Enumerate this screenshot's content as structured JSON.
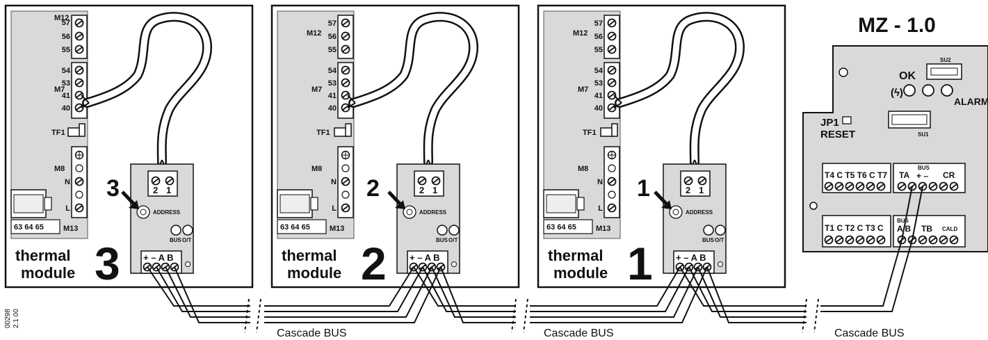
{
  "title": "MZ - 1.0",
  "doc_code": "00298",
  "doc_rev": "2.1 00",
  "bus_label": "Cascade BUS",
  "modules": [
    {
      "word1": "thermal",
      "word2": "module",
      "number": "3",
      "address": "3"
    },
    {
      "word1": "thermal",
      "word2": "module",
      "number": "2",
      "address": "2"
    },
    {
      "word1": "thermal",
      "word2": "module",
      "number": "1",
      "address": "1"
    }
  ],
  "board": {
    "groups": [
      "M12",
      "M7",
      "TF1",
      "M8",
      "M13"
    ],
    "m12_terms": [
      "57",
      "56",
      "55"
    ],
    "m7_terms": [
      "54",
      "53",
      "41",
      "40"
    ],
    "m8_terms": [
      "N",
      "L"
    ],
    "m13_terms": "63 64 65"
  },
  "interface": {
    "top_terms": [
      "2",
      "1"
    ],
    "address_label": "ADDRESS",
    "led_labels": [
      "BUS",
      "O/T"
    ],
    "bottom_terms": "+ – A B"
  },
  "mz": {
    "ok": "OK",
    "power": "(ϟ)",
    "alarm": "ALARM",
    "jp1": "JP1",
    "reset": "RESET",
    "su2": "SU2",
    "su1": "SU1",
    "top_left_terms": "T4 C T5 T6 C T7",
    "bus_head": "BUS",
    "ta": "TA",
    "plus_minus": "+ –",
    "cr": "CR",
    "bottom_left_terms": "T1 C T2 C T3 C",
    "ab": "A B",
    "tb": "TB",
    "cald": "CALD"
  }
}
